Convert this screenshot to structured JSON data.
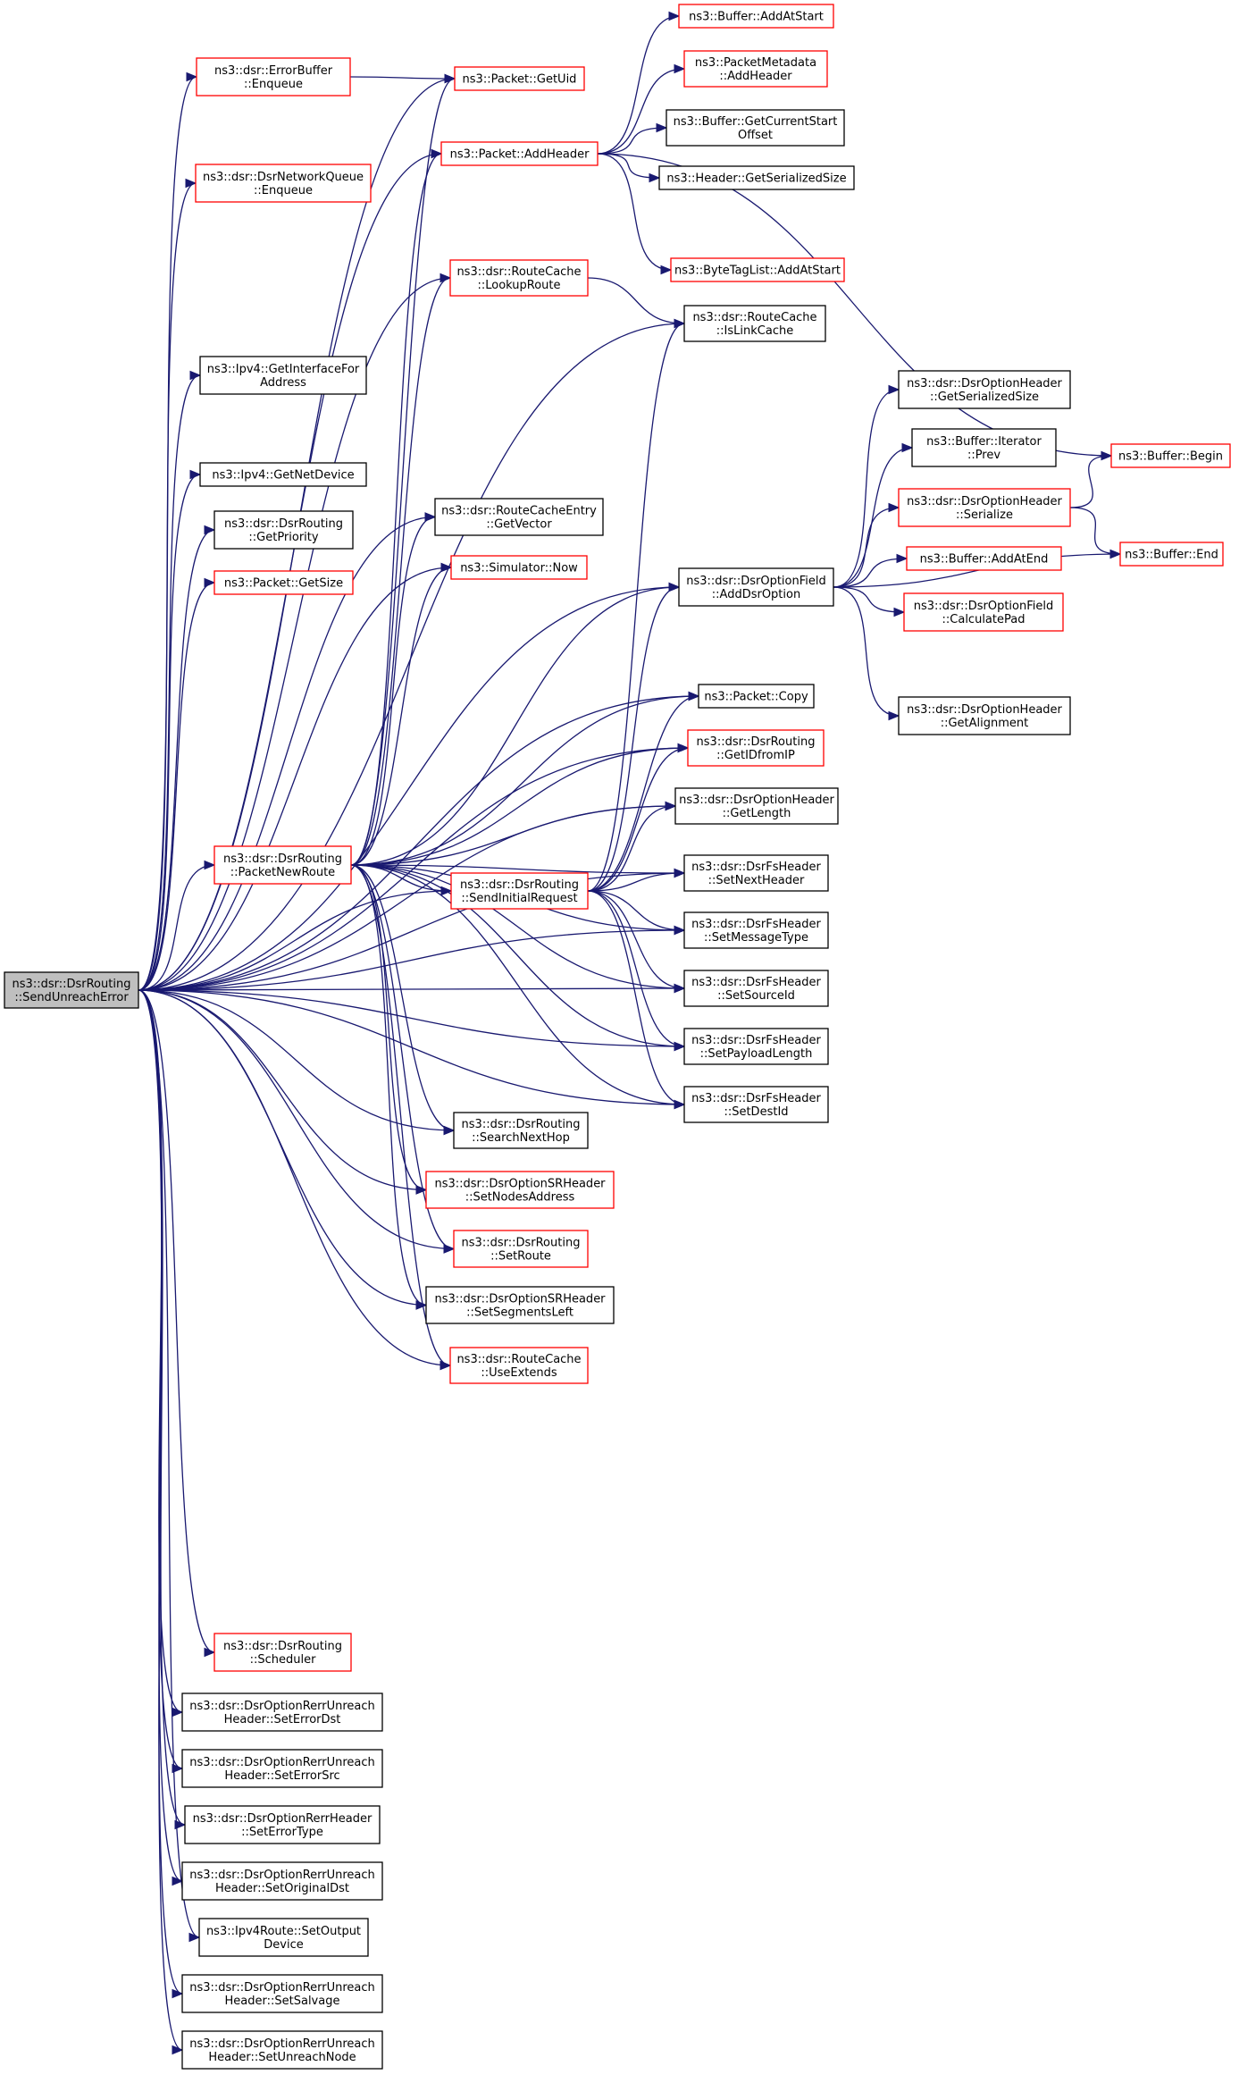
{
  "colors": {
    "edge": "#191970",
    "border_normal": "#000000",
    "border_truncated": "#ff0000",
    "root_fill": "#bfbfbf",
    "node_fill": "#ffffff"
  },
  "nodes": {
    "root": {
      "lines": [
        "ns3::dsr::DsrRouting",
        "::SendUnreachError"
      ],
      "style": "root"
    },
    "errbuf_enqueue": {
      "lines": [
        "ns3::dsr::ErrorBuffer",
        "::Enqueue"
      ],
      "style": "truncated"
    },
    "netqueue_enqueue": {
      "lines": [
        "ns3::dsr::DsrNetworkQueue",
        "::Enqueue"
      ],
      "style": "truncated"
    },
    "ipv4_getif": {
      "lines": [
        "ns3::Ipv4::GetInterfaceFor",
        "Address"
      ],
      "style": "normal"
    },
    "ipv4_getnetdev": {
      "lines": [
        "ns3::Ipv4::GetNetDevice"
      ],
      "style": "normal"
    },
    "getpriority": {
      "lines": [
        "ns3::dsr::DsrRouting",
        "::GetPriority"
      ],
      "style": "normal"
    },
    "packet_getsize": {
      "lines": [
        "ns3::Packet::GetSize"
      ],
      "style": "truncated"
    },
    "packetnewroute": {
      "lines": [
        "ns3::dsr::DsrRouting",
        "::PacketNewRoute"
      ],
      "style": "truncated"
    },
    "scheduler": {
      "lines": [
        "ns3::dsr::DsrRouting",
        "::Scheduler"
      ],
      "style": "truncated"
    },
    "seterrordst": {
      "lines": [
        "ns3::dsr::DsrOptionRerrUnreach",
        "Header::SetErrorDst"
      ],
      "style": "normal"
    },
    "seterrorsrc": {
      "lines": [
        "ns3::dsr::DsrOptionRerrUnreach",
        "Header::SetErrorSrc"
      ],
      "style": "normal"
    },
    "seterrortype": {
      "lines": [
        "ns3::dsr::DsrOptionRerrHeader",
        "::SetErrorType"
      ],
      "style": "normal"
    },
    "setoriginaldst": {
      "lines": [
        "ns3::dsr::DsrOptionRerrUnreach",
        "Header::SetOriginalDst"
      ],
      "style": "normal"
    },
    "setoutputdevice": {
      "lines": [
        "ns3::Ipv4Route::SetOutput",
        "Device"
      ],
      "style": "normal"
    },
    "setsalvage": {
      "lines": [
        "ns3::dsr::DsrOptionRerrUnreach",
        "Header::SetSalvage"
      ],
      "style": "normal"
    },
    "setunreachnode": {
      "lines": [
        "ns3::dsr::DsrOptionRerrUnreach",
        "Header::SetUnreachNode"
      ],
      "style": "normal"
    },
    "packet_getuid": {
      "lines": [
        "ns3::Packet::GetUid"
      ],
      "style": "truncated"
    },
    "packet_addheader": {
      "lines": [
        "ns3::Packet::AddHeader"
      ],
      "style": "truncated"
    },
    "lookuproute": {
      "lines": [
        "ns3::dsr::RouteCache",
        "::LookupRoute"
      ],
      "style": "truncated"
    },
    "getvector": {
      "lines": [
        "ns3::dsr::RouteCacheEntry",
        "::GetVector"
      ],
      "style": "normal"
    },
    "simulator_now": {
      "lines": [
        "ns3::Simulator::Now"
      ],
      "style": "truncated"
    },
    "sendinitialrequest": {
      "lines": [
        "ns3::dsr::DsrRouting",
        "::SendInitialRequest"
      ],
      "style": "truncated"
    },
    "searchnexthop": {
      "lines": [
        "ns3::dsr::DsrRouting",
        "::SearchNextHop"
      ],
      "style": "normal"
    },
    "setnodesaddress": {
      "lines": [
        "ns3::dsr::DsrOptionSRHeader",
        "::SetNodesAddress"
      ],
      "style": "truncated"
    },
    "setroute": {
      "lines": [
        "ns3::dsr::DsrRouting",
        "::SetRoute"
      ],
      "style": "truncated"
    },
    "setsegmentsleft": {
      "lines": [
        "ns3::dsr::DsrOptionSRHeader",
        "::SetSegmentsLeft"
      ],
      "style": "normal"
    },
    "useextends": {
      "lines": [
        "ns3::dsr::RouteCache",
        "::UseExtends"
      ],
      "style": "truncated"
    },
    "buffer_addatstart": {
      "lines": [
        "ns3::Buffer::AddAtStart"
      ],
      "style": "truncated"
    },
    "packetmetadata_addheader": {
      "lines": [
        "ns3::PacketMetadata",
        "::AddHeader"
      ],
      "style": "truncated"
    },
    "buffer_getcurrentstartoffset": {
      "lines": [
        "ns3::Buffer::GetCurrentStart",
        "Offset"
      ],
      "style": "normal"
    },
    "header_getserializedsize": {
      "lines": [
        "ns3::Header::GetSerializedSize"
      ],
      "style": "normal"
    },
    "bytetaglist_addatstart": {
      "lines": [
        "ns3::ByteTagList::AddAtStart"
      ],
      "style": "truncated"
    },
    "islinkcache": {
      "lines": [
        "ns3::dsr::RouteCache",
        "::IsLinkCache"
      ],
      "style": "normal"
    },
    "adddsroption": {
      "lines": [
        "ns3::dsr::DsrOptionField",
        "::AddDsrOption"
      ],
      "style": "normal"
    },
    "packet_copy": {
      "lines": [
        "ns3::Packet::Copy"
      ],
      "style": "normal"
    },
    "getidfromip": {
      "lines": [
        "ns3::dsr::DsrRouting",
        "::GetIDfromIP"
      ],
      "style": "truncated"
    },
    "getlength": {
      "lines": [
        "ns3::dsr::DsrOptionHeader",
        "::GetLength"
      ],
      "style": "normal"
    },
    "setnextheader": {
      "lines": [
        "ns3::dsr::DsrFsHeader",
        "::SetNextHeader"
      ],
      "style": "normal"
    },
    "setmessagetype": {
      "lines": [
        "ns3::dsr::DsrFsHeader",
        "::SetMessageType"
      ],
      "style": "normal"
    },
    "setsourceid": {
      "lines": [
        "ns3::dsr::DsrFsHeader",
        "::SetSourceId"
      ],
      "style": "normal"
    },
    "setpayloadlength": {
      "lines": [
        "ns3::dsr::DsrFsHeader",
        "::SetPayloadLength"
      ],
      "style": "normal"
    },
    "setdestid": {
      "lines": [
        "ns3::dsr::DsrFsHeader",
        "::SetDestId"
      ],
      "style": "normal"
    },
    "opthdr_getserializedsize": {
      "lines": [
        "ns3::dsr::DsrOptionHeader",
        "::GetSerializedSize"
      ],
      "style": "normal"
    },
    "bufiter_prev": {
      "lines": [
        "ns3::Buffer::Iterator",
        "::Prev"
      ],
      "style": "normal"
    },
    "opthdr_serialize": {
      "lines": [
        "ns3::dsr::DsrOptionHeader",
        "::Serialize"
      ],
      "style": "truncated"
    },
    "buffer_addatend": {
      "lines": [
        "ns3::Buffer::AddAtEnd"
      ],
      "style": "truncated"
    },
    "calculatepad": {
      "lines": [
        "ns3::dsr::DsrOptionField",
        "::CalculatePad"
      ],
      "style": "truncated"
    },
    "getalignment": {
      "lines": [
        "ns3::dsr::DsrOptionHeader",
        "::GetAlignment"
      ],
      "style": "normal"
    },
    "buffer_begin": {
      "lines": [
        "ns3::Buffer::Begin"
      ],
      "style": "truncated"
    },
    "buffer_end": {
      "lines": [
        "ns3::Buffer::End"
      ],
      "style": "truncated"
    }
  },
  "edges": [
    [
      "root",
      "errbuf_enqueue"
    ],
    [
      "root",
      "netqueue_enqueue"
    ],
    [
      "root",
      "ipv4_getif"
    ],
    [
      "root",
      "ipv4_getnetdev"
    ],
    [
      "root",
      "getpriority"
    ],
    [
      "root",
      "packet_getsize"
    ],
    [
      "root",
      "packetnewroute"
    ],
    [
      "root",
      "scheduler"
    ],
    [
      "root",
      "seterrordst"
    ],
    [
      "root",
      "seterrorsrc"
    ],
    [
      "root",
      "seterrortype"
    ],
    [
      "root",
      "setoriginaldst"
    ],
    [
      "root",
      "setoutputdevice"
    ],
    [
      "root",
      "setsalvage"
    ],
    [
      "root",
      "setunreachnode"
    ],
    [
      "root",
      "packet_getuid"
    ],
    [
      "root",
      "packet_addheader"
    ],
    [
      "root",
      "lookuproute"
    ],
    [
      "root",
      "getvector"
    ],
    [
      "root",
      "simulator_now"
    ],
    [
      "root",
      "sendinitialrequest"
    ],
    [
      "root",
      "searchnexthop"
    ],
    [
      "root",
      "setnodesaddress"
    ],
    [
      "root",
      "setroute"
    ],
    [
      "root",
      "setsegmentsleft"
    ],
    [
      "root",
      "useextends"
    ],
    [
      "root",
      "islinkcache"
    ],
    [
      "root",
      "adddsroption"
    ],
    [
      "root",
      "packet_copy"
    ],
    [
      "root",
      "getidfromip"
    ],
    [
      "root",
      "getlength"
    ],
    [
      "root",
      "setnextheader"
    ],
    [
      "root",
      "setmessagetype"
    ],
    [
      "root",
      "setsourceid"
    ],
    [
      "root",
      "setpayloadlength"
    ],
    [
      "root",
      "setdestid"
    ],
    [
      "errbuf_enqueue",
      "packet_getuid"
    ],
    [
      "packet_addheader",
      "buffer_addatstart"
    ],
    [
      "packet_addheader",
      "packetmetadata_addheader"
    ],
    [
      "packet_addheader",
      "buffer_getcurrentstartoffset"
    ],
    [
      "packet_addheader",
      "header_getserializedsize"
    ],
    [
      "packet_addheader",
      "bytetaglist_addatstart"
    ],
    [
      "packet_addheader",
      "buffer_begin"
    ],
    [
      "lookuproute",
      "islinkcache"
    ],
    [
      "packetnewroute",
      "packet_getuid"
    ],
    [
      "packetnewroute",
      "packet_addheader"
    ],
    [
      "packetnewroute",
      "lookuproute"
    ],
    [
      "packetnewroute",
      "getvector"
    ],
    [
      "packetnewroute",
      "simulator_now"
    ],
    [
      "packetnewroute",
      "sendinitialrequest"
    ],
    [
      "packetnewroute",
      "searchnexthop"
    ],
    [
      "packetnewroute",
      "setnodesaddress"
    ],
    [
      "packetnewroute",
      "setroute"
    ],
    [
      "packetnewroute",
      "setsegmentsleft"
    ],
    [
      "packetnewroute",
      "useextends"
    ],
    [
      "packetnewroute",
      "adddsroption"
    ],
    [
      "packetnewroute",
      "packet_copy"
    ],
    [
      "packetnewroute",
      "getidfromip"
    ],
    [
      "packetnewroute",
      "getlength"
    ],
    [
      "packetnewroute",
      "setnextheader"
    ],
    [
      "packetnewroute",
      "setmessagetype"
    ],
    [
      "packetnewroute",
      "setsourceid"
    ],
    [
      "packetnewroute",
      "setpayloadlength"
    ],
    [
      "packetnewroute",
      "setdestid"
    ],
    [
      "sendinitialrequest",
      "islinkcache"
    ],
    [
      "sendinitialrequest",
      "adddsroption"
    ],
    [
      "sendinitialrequest",
      "packet_copy"
    ],
    [
      "sendinitialrequest",
      "getidfromip"
    ],
    [
      "sendinitialrequest",
      "getlength"
    ],
    [
      "sendinitialrequest",
      "setnextheader"
    ],
    [
      "sendinitialrequest",
      "setmessagetype"
    ],
    [
      "sendinitialrequest",
      "setsourceid"
    ],
    [
      "sendinitialrequest",
      "setpayloadlength"
    ],
    [
      "sendinitialrequest",
      "setdestid"
    ],
    [
      "adddsroption",
      "opthdr_getserializedsize"
    ],
    [
      "adddsroption",
      "bufiter_prev"
    ],
    [
      "adddsroption",
      "opthdr_serialize"
    ],
    [
      "adddsroption",
      "buffer_addatend"
    ],
    [
      "adddsroption",
      "calculatepad"
    ],
    [
      "adddsroption",
      "getalignment"
    ],
    [
      "adddsroption",
      "buffer_end"
    ],
    [
      "opthdr_serialize",
      "buffer_begin"
    ],
    [
      "opthdr_serialize",
      "buffer_end"
    ]
  ]
}
